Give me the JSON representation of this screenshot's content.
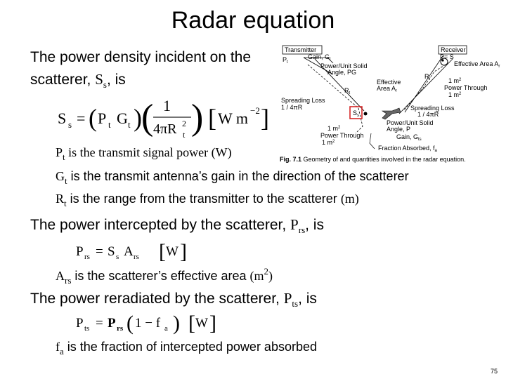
{
  "slide": {
    "title": "Radar equation",
    "intro_line1": "The power density incident on the",
    "intro_line2_prefix": "scatterer,",
    "intro_symbol": "S",
    "intro_symbol_sub": "s",
    "intro_line2_suffix": ", is",
    "eq1": {
      "lhs": "S",
      "lhs_sub": "s",
      "eq": "=",
      "p": "P",
      "p_sub": "t",
      "g": "G",
      "g_sub": "t",
      "frac_num": "1",
      "frac_den": "4πR",
      "frac_den_sub": "t",
      "frac_den_sup": "2",
      "unit": "W m",
      "unit_sup": "−2"
    },
    "def_pt_sym": "P",
    "def_pt_sub": "t",
    "def_pt_text": " is the transmit signal power (W)",
    "def_gt_sym": "G",
    "def_gt_sub": "t",
    "def_gt_text": " is the transmit antenna’s gain in the direction of the scatterer",
    "def_rt_sym": "R",
    "def_rt_sub": "t",
    "def_rt_text": " is the range from the transmitter to the scatterer ",
    "def_rt_unit": "(m)",
    "intercept_prefix": "The power intercepted by the scatterer, ",
    "intercept_sym": "P",
    "intercept_sub": "rs",
    "intercept_suffix": ", is",
    "eq2": {
      "lhs": "P",
      "lhs_sub": "rs",
      "eq": "=",
      "s": "S",
      "s_sub": "s",
      "a": "A",
      "a_sub": "rs",
      "unit": "W"
    },
    "def_ars_sym": "A",
    "def_ars_sub": "rs",
    "def_ars_text": " is the scatterer’s effective area ",
    "def_ars_unit": "(m",
    "def_ars_unit_sup": "2",
    "def_ars_unit_close": ")",
    "rerad_prefix": "The power reradiated by the scatterer, ",
    "rerad_sym": "P",
    "rerad_sub": "ts",
    "rerad_suffix": ", is",
    "eq3": {
      "lhs": "P",
      "lhs_sub": "ts",
      "eq": "=",
      "p": "P",
      "p_sub": "rs",
      "one_minus": "1 − f",
      "f_sub": "a",
      "unit": "W"
    },
    "def_fa_sym": "f",
    "def_fa_sub": "a",
    "def_fa_text": " is the fraction of intercepted power absorbed",
    "page_number": "75"
  },
  "figure": {
    "transmitter": "Transmitter",
    "receiver": "Receiver",
    "pt": "P",
    "pt_sub": "t",
    "gain_gt": "Gain, G",
    "gain_gt_sub": "t",
    "power_solid_1": "Power/Unit Solid",
    "angle_pt_gt": "Angle, P",
    "angle_pt_gt_mid": "G",
    "effective_area_rx": "Effective Area A",
    "effective_area_rx_sub": "r",
    "effective_area_mid": "Effective",
    "area_ar": "Area A",
    "area_ar_sub": "r",
    "ps_label": "P",
    "ps_sub": "r",
    "ps_eq": "= S",
    "one_m2_top": "1 m",
    "one_m2_top_sup": "2",
    "power_through_top": "Power Through",
    "one_m2_eq_top": "1 m",
    "one_m2_eq_top_sup": "2",
    "spreading_left_1": "Spreading Loss",
    "spreading_left_2": "1 / 4πR",
    "rt_label": "R",
    "rt_sub": "t",
    "rr_label": "R",
    "rr_sub": "r",
    "ss_label": "S",
    "ss_sub": "s",
    "spreading_right_1": "Spreading Loss",
    "spreading_right_2": "1 / 4πR",
    "one_m2_bottom": "1 m",
    "one_m2_bottom_sup": "2",
    "power_through_bottom": "Power Through",
    "one_m2_eq_bottom": "1 m",
    "one_m2_eq_bottom_sup": "2",
    "power_solid_2": "Power/Unit Solid",
    "angle_ps": "Angle, P",
    "gain_gs": "Gain, G",
    "gain_gs_sub": "ts",
    "fraction_absorbed": "Fraction Absorbed, f",
    "fraction_absorbed_sub": "a",
    "caption_label": "Fig. 7.1",
    "caption_text": "Geometry of and quantities involved in the radar equation.",
    "highlight_color": "#d62828"
  }
}
